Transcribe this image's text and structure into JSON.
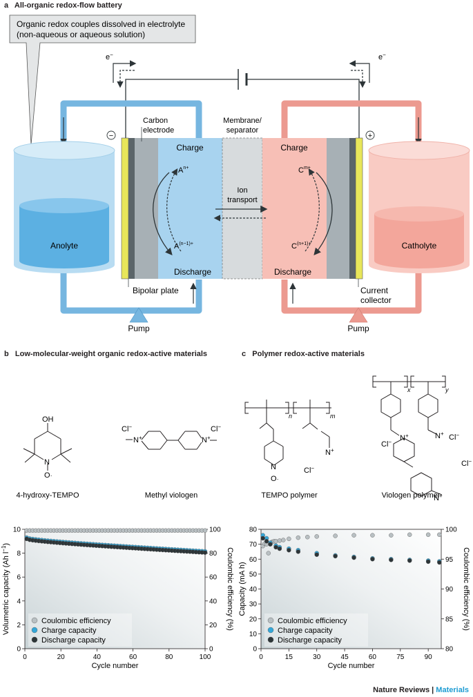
{
  "panel_a": {
    "letter": "a",
    "title": "All-organic redox-flow battery",
    "callout_line1": "Organic redox couples dissolved in electrolyte",
    "callout_line2": "(non-aqueous or aqueous solution)",
    "electron": "e",
    "electron_sup": "−",
    "minus_sign": "−",
    "plus_sign": "+",
    "carbon_electrode_1": "Carbon",
    "carbon_electrode_2": "electrode",
    "membrane_1": "Membrane/",
    "membrane_2": "separator",
    "charge": "Charge",
    "discharge": "Discharge",
    "ion_1": "Ion",
    "ion_2": "transport",
    "anolyte": "Anolyte",
    "catholyte": "Catholyte",
    "a_ox": "A",
    "a_ox_sup": "n+",
    "a_red": "A",
    "a_red_sup": "(n−1)+",
    "c_ox": "C",
    "c_ox_sup": "m+",
    "c_red": "C",
    "c_red_sup": "(n+1)+",
    "bipolar_plate": "Bipolar plate",
    "current_collector_1": "Current",
    "current_collector_2": "collector",
    "pump": "Pump",
    "colors": {
      "anolyte": "#a8d3ef",
      "catholyte": "#f7bfb6",
      "anolyte_pipe": "#76b6e0",
      "catholyte_pipe": "#ec9a90",
      "membrane": "#d7dbdd",
      "collector": "#e8e65a"
    }
  },
  "panel_b": {
    "letter": "b",
    "title": "Low-molecular-weight organic redox-active materials",
    "mol1_oh": "OH",
    "mol1_n": "N",
    "mol1_o": "O",
    "mol1_name": "4-hydroxy-TEMPO",
    "cl_minus": "Cl",
    "cl_sup": "−",
    "n_plus": "N",
    "n_plus_sup": "+",
    "mol2_name": "Methyl viologen"
  },
  "panel_c": {
    "letter": "c",
    "title": "Polymer redox-active materials",
    "sub_n": "n",
    "sub_m": "m",
    "sub_x": "x",
    "sub_y": "y",
    "mol3_name": "TEMPO polymer",
    "mol4_name": "Viologen polymer"
  },
  "chart_data": [
    {
      "type": "scatter",
      "xlabel": "Cycle number",
      "ylabel": "Volumetric capacity (Ah l",
      "ylabel_sup": "−1",
      "ylabel_end": ")",
      "y2label": "Coulombic efficiency (%)",
      "xlim": [
        0,
        100
      ],
      "ylim": [
        0,
        10
      ],
      "y2lim": [
        0,
        100
      ],
      "xticks": [
        "0",
        "20",
        "40",
        "60",
        "80",
        "100"
      ],
      "yticks": [
        "0",
        "2",
        "4",
        "6",
        "8",
        "10"
      ],
      "y2ticks": [
        "0",
        "20",
        "40",
        "60",
        "80",
        "100"
      ],
      "legend": [
        "Coulombic efficiency",
        "Charge capacity",
        "Discharge capacity"
      ],
      "legend_position": "bottom-left",
      "series": [
        {
          "name": "Coulombic efficiency",
          "axis": "right",
          "color": "#b9c0c3",
          "x_start": 1,
          "x_end": 100,
          "y_start": 99.0,
          "y_end": 99.0
        },
        {
          "name": "Charge capacity",
          "axis": "left",
          "color": "#35a7d8",
          "x_start": 1,
          "x_end": 100,
          "y_start": 9.3,
          "y_end": 8.15
        },
        {
          "name": "Discharge capacity",
          "axis": "left",
          "color": "#2d3538",
          "x_start": 1,
          "x_end": 100,
          "y_start": 9.2,
          "y_end": 8.05
        }
      ]
    },
    {
      "type": "scatter",
      "xlabel": "Cycle number",
      "ylabel": "Capacity (mA h)",
      "y2label": "Coulombic efficiency (%)",
      "xlim": [
        0,
        97
      ],
      "ylim": [
        0,
        80
      ],
      "y2lim": [
        80,
        100
      ],
      "xticks": [
        "0",
        "15",
        "30",
        "45",
        "60",
        "75",
        "90"
      ],
      "yticks": [
        "0",
        "10",
        "20",
        "30",
        "40",
        "50",
        "60",
        "70",
        "80"
      ],
      "y2ticks": [
        "80",
        "85",
        "90",
        "95",
        "100"
      ],
      "legend": [
        "Coulombic efficiency",
        "Charge capacity",
        "Discharge capacity"
      ],
      "legend_position": "bottom-left",
      "series": [
        {
          "name": "Coulombic efficiency",
          "axis": "right",
          "color": "#b9c0c3",
          "x": [
            1,
            2,
            3,
            4,
            5,
            6,
            7,
            8,
            10,
            12,
            15,
            20,
            25,
            30,
            40,
            50,
            60,
            70,
            80,
            90,
            96
          ],
          "y": [
            97.2,
            97.6,
            97.5,
            96.0,
            97.5,
            97.9,
            98.0,
            98.0,
            98.1,
            98.2,
            98.4,
            98.6,
            98.7,
            98.8,
            98.9,
            99.0,
            99.0,
            99.0,
            99.1,
            99.1,
            99.1
          ]
        },
        {
          "name": "Charge capacity",
          "axis": "left",
          "color": "#35a7d8",
          "x": [
            1,
            3,
            5,
            8,
            10,
            15,
            20,
            30,
            40,
            50,
            60,
            70,
            80,
            90,
            96
          ],
          "y": [
            76,
            74,
            71,
            69,
            68,
            67,
            66,
            64,
            62.5,
            61.5,
            60.5,
            60,
            59.5,
            59,
            58.5
          ]
        },
        {
          "name": "Discharge capacity",
          "axis": "left",
          "color": "#2d3538",
          "x": [
            1,
            3,
            5,
            8,
            10,
            15,
            20,
            30,
            40,
            50,
            60,
            70,
            80,
            90,
            96
          ],
          "y": [
            74,
            72,
            70,
            68,
            67,
            66,
            65,
            63,
            62,
            61,
            60,
            59.5,
            59,
            58.3,
            57.8
          ]
        }
      ]
    }
  ],
  "footer": {
    "brand": "Nature Reviews",
    "separator": " | ",
    "section": "Materials"
  }
}
